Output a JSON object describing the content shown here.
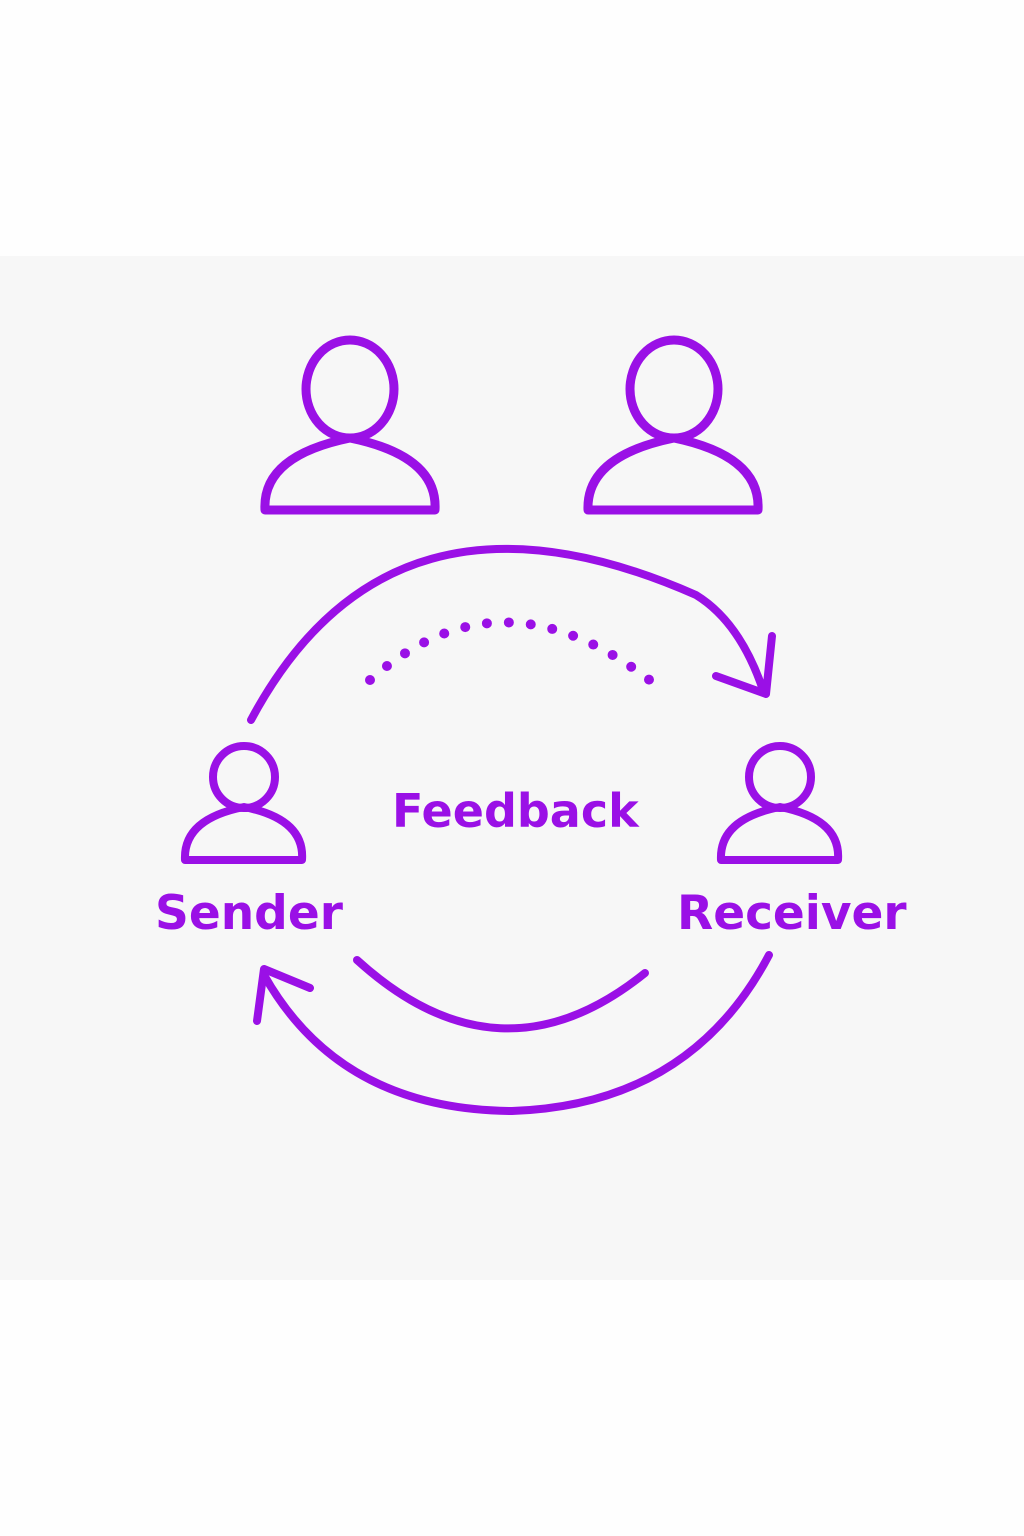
{
  "colors": {
    "accent": "#9a10e6",
    "panel_background": "#f7f7f7",
    "page_background": "#fefefe"
  },
  "icons": {
    "top_left": "person-icon",
    "top_right": "person-icon",
    "sender": "person-icon",
    "receiver": "person-icon"
  },
  "labels": {
    "center": "Feedback",
    "left": "Sender",
    "right": "Receiver"
  }
}
